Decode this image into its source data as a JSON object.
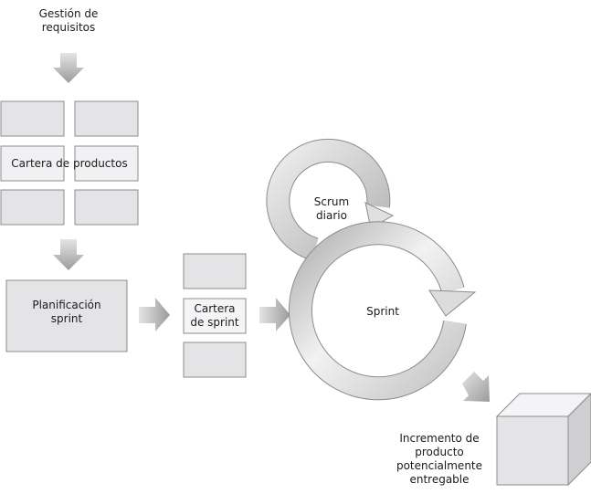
{
  "labels": {
    "gestion": [
      "Gestión de",
      "requisitos"
    ],
    "cartera_productos": "Cartera de productos",
    "planificacion": [
      "Planificación",
      "sprint"
    ],
    "cartera_sprint": [
      "Cartera",
      "de sprint"
    ],
    "scrum_diario": [
      "Scrum",
      "diario"
    ],
    "sprint": "Sprint",
    "incremento": [
      "Incremento de",
      "producto",
      "potencialmente",
      "entregable"
    ]
  },
  "colors": {
    "box_fill": "#e4e3e6",
    "box_border": "#8c8c8c",
    "highlight_fill": "#f5f5f7",
    "arrow_dark": "#9a9a9a",
    "arrow_light": "#e2e2e2",
    "text": "#1a1a1a"
  }
}
